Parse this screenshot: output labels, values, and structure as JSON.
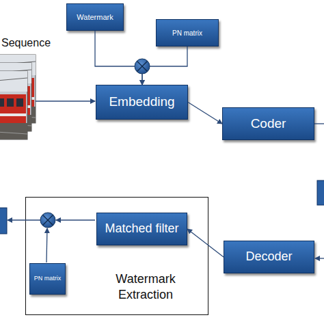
{
  "diagram": {
    "nodes": [
      {
        "text": [
          "Watermark"
        ]
      },
      {
        "text": [
          "PN matrix"
        ]
      },
      {
        "text": [
          "Embedding"
        ]
      },
      {
        "text": [
          "Coder"
        ]
      },
      {
        "text": [
          "Watermark Extraction"
        ]
      },
      {
        "text": [
          "Matched filter"
        ],
        "in": 4
      },
      {
        "text": [
          "Decoder"
        ]
      },
      {
        "text": [
          "PN matrix"
        ],
        "in": 4
      }
    ],
    "edges": [
      {
        "from": 0,
        "to": 2,
        "arrow": "to"
      },
      {
        "from": 1,
        "to": 2,
        "arrow": "to"
      },
      {
        "from": 2,
        "to": 3,
        "arrow": "to"
      },
      {
        "from": 6,
        "to": 5,
        "arrow": "to"
      }
    ],
    "labels": [
      "Sequence"
    ]
  }
}
